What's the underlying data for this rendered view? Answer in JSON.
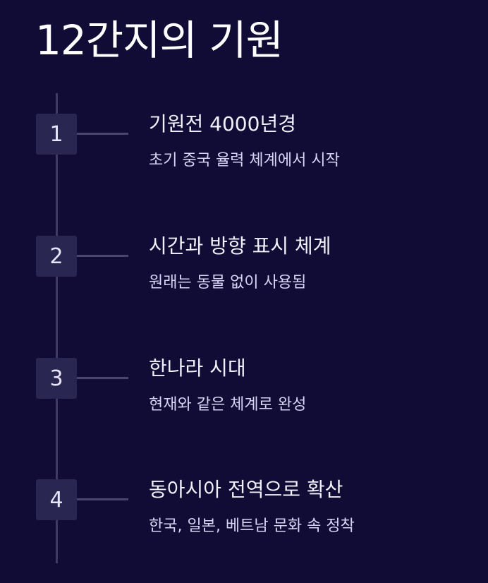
{
  "title": "12간지의 기원",
  "steps": [
    {
      "number": "1",
      "title": "기원전 4000년경",
      "description": "초기 중국 율력 체계에서 시작"
    },
    {
      "number": "2",
      "title": "시간과 방향 표시 체계",
      "description": "원래는 동물 없이 사용됨"
    },
    {
      "number": "3",
      "title": "한나라 시대",
      "description": "현재와 같은 체계로 완성"
    },
    {
      "number": "4",
      "title": "동아시아 전역으로 확산",
      "description": "한국, 일본, 베트남 문화 속 정착"
    }
  ],
  "colors": {
    "background": "#110c36",
    "badge": "#2a2652",
    "line": "#3f3b62"
  }
}
